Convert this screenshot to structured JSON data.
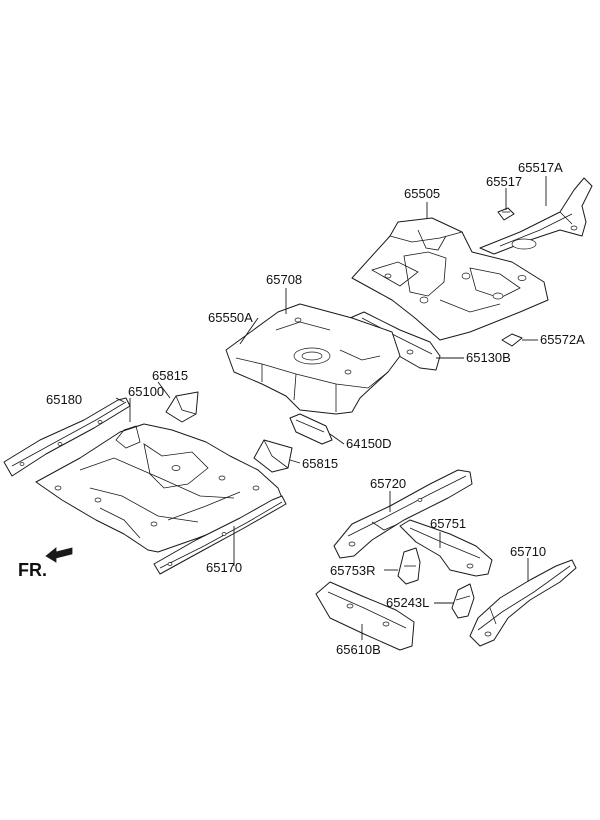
{
  "direction_indicator": {
    "label": "FR."
  },
  "callouts": {
    "p65517A": "65517A",
    "p65517": "65517",
    "p65505": "65505",
    "p65708": "65708",
    "p65550A": "65550A",
    "p65572A": "65572A",
    "p65130B": "65130B",
    "p65815_top": "65815",
    "p65180": "65180",
    "p65100": "65100",
    "p64150D": "64150D",
    "p65815_mid": "65815",
    "p65720": "65720",
    "p65751": "65751",
    "p65710": "65710",
    "p65170": "65170",
    "p65753R": "65753R",
    "p65243L": "65243L",
    "p65610B": "65610B"
  },
  "colors": {
    "line": "#1a1a1a",
    "background": "#ffffff"
  }
}
